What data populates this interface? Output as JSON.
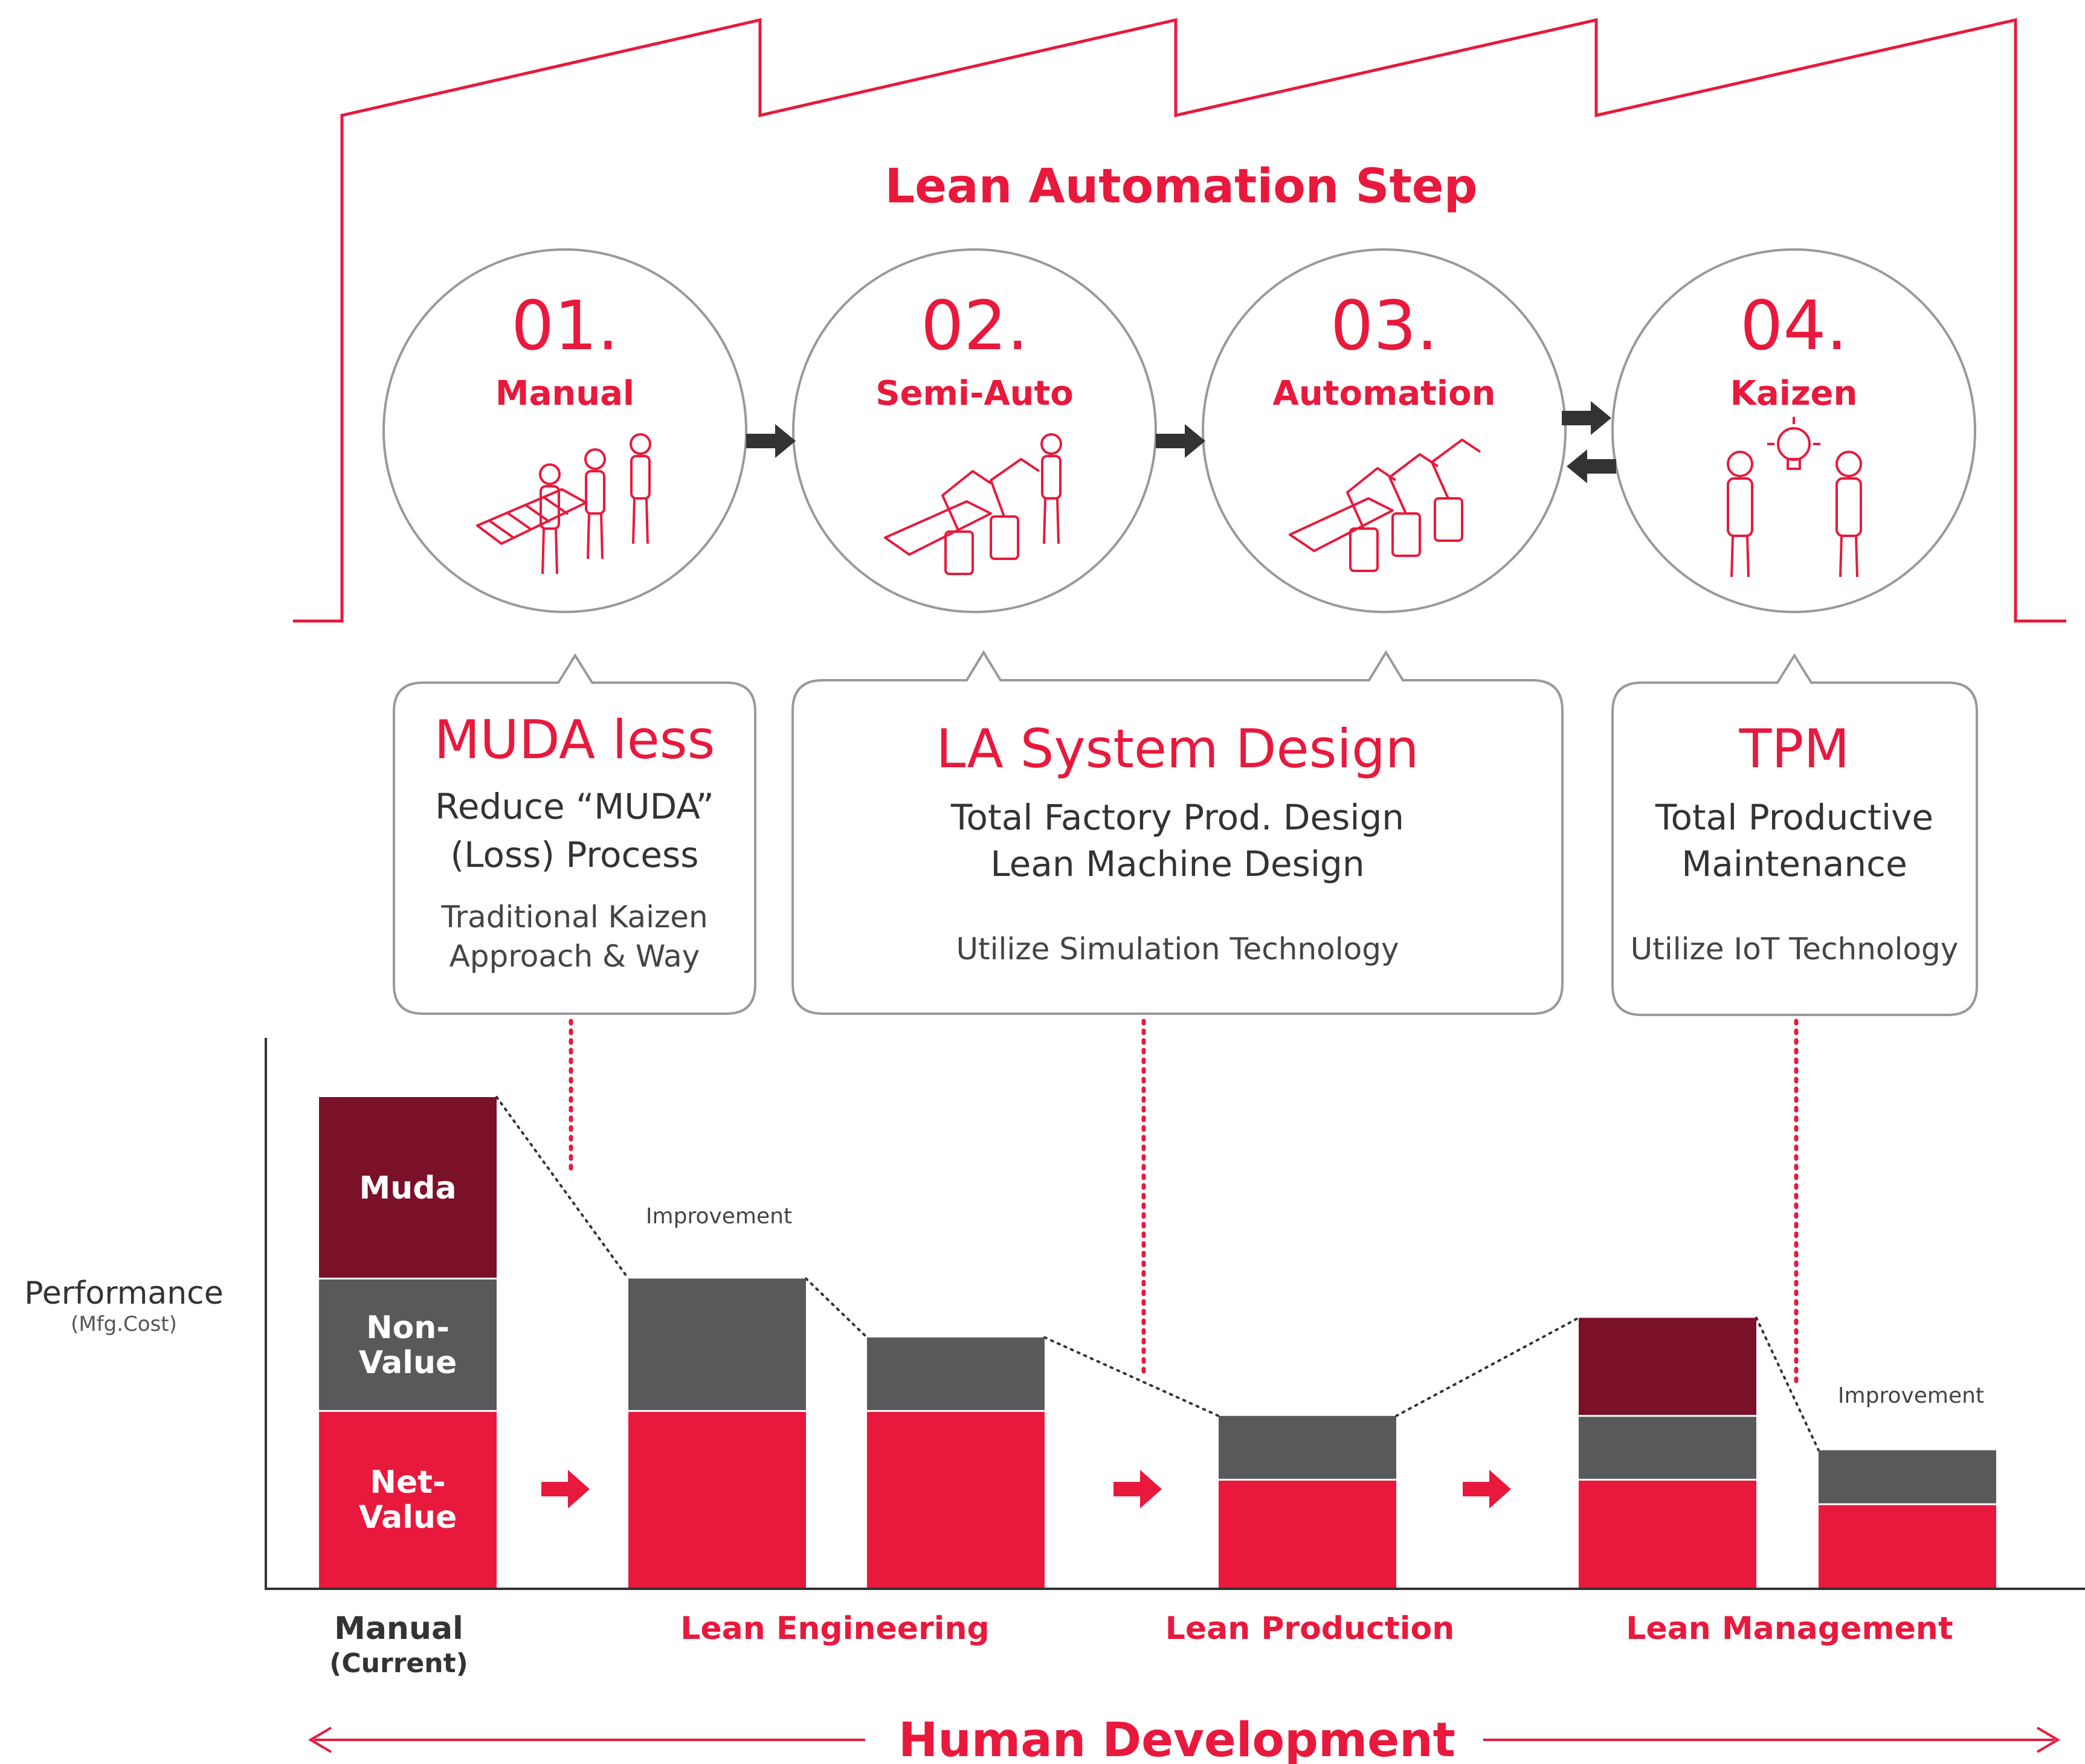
{
  "title": "Lean Automation Step",
  "colors": {
    "red": "#e8193c",
    "dark_red": "#7b1029",
    "grey": "#58595b",
    "outline": "#999999",
    "text": "#333333"
  },
  "steps": [
    {
      "number": "01.",
      "label": "Manual",
      "icon": "workers-at-conveyor-icon"
    },
    {
      "number": "02.",
      "label": "Semi-Auto",
      "icon": "robot-arms-and-worker-icon"
    },
    {
      "number": "03.",
      "label": "Automation",
      "icon": "robot-arms-line-icon"
    },
    {
      "number": "04.",
      "label": "Kaizen",
      "icon": "engineers-with-lightbulb-icon"
    }
  ],
  "callouts": [
    {
      "title": "MUDA less",
      "lines": [
        "Reduce “MUDA”",
        "(Loss) Process"
      ],
      "sub": [
        "Traditional Kaizen",
        "Approach & Way"
      ]
    },
    {
      "title": "LA System Design",
      "lines": [
        "Total Factory Prod. Design",
        "Lean Machine Design"
      ],
      "sub": [
        "Utilize Simulation Technology"
      ]
    },
    {
      "title": "TPM",
      "lines": [
        "Total Productive",
        "Maintenance"
      ],
      "sub": [
        "Utilize IoT Technology"
      ]
    }
  ],
  "chart_data": {
    "type": "bar",
    "stacked": true,
    "ylabel": "Performance",
    "ylabel_sub": "(Mfg.Cost)",
    "ylim": [
      0,
      100
    ],
    "segments": [
      "Net-Value",
      "Non-Value",
      "Muda"
    ],
    "segment_labels": [
      [
        "Net-",
        "Value"
      ],
      [
        "Non-",
        "Value"
      ],
      [
        "Muda"
      ]
    ],
    "bars": [
      {
        "group": 0,
        "net_value": 36,
        "non_value": 27,
        "muda": 37
      },
      {
        "group": 1,
        "net_value": 36,
        "non_value": 27,
        "muda": 0
      },
      {
        "group": 1,
        "net_value": 36,
        "non_value": 15,
        "muda": 0
      },
      {
        "group": 2,
        "net_value": 22,
        "non_value": 13,
        "muda": 0
      },
      {
        "group": 3,
        "net_value": 22,
        "non_value": 13,
        "muda": 20
      },
      {
        "group": 3,
        "net_value": 17,
        "non_value": 11,
        "muda": 0
      }
    ],
    "groups": [
      {
        "label": "Manual",
        "sub": "(Current)"
      },
      {
        "label": "Lean Engineering",
        "sub": ""
      },
      {
        "label": "Lean Production",
        "sub": ""
      },
      {
        "label": "Lean Management",
        "sub": ""
      }
    ],
    "annotations": [
      "Improvement",
      "Improvement"
    ]
  },
  "footer": "Human Development"
}
